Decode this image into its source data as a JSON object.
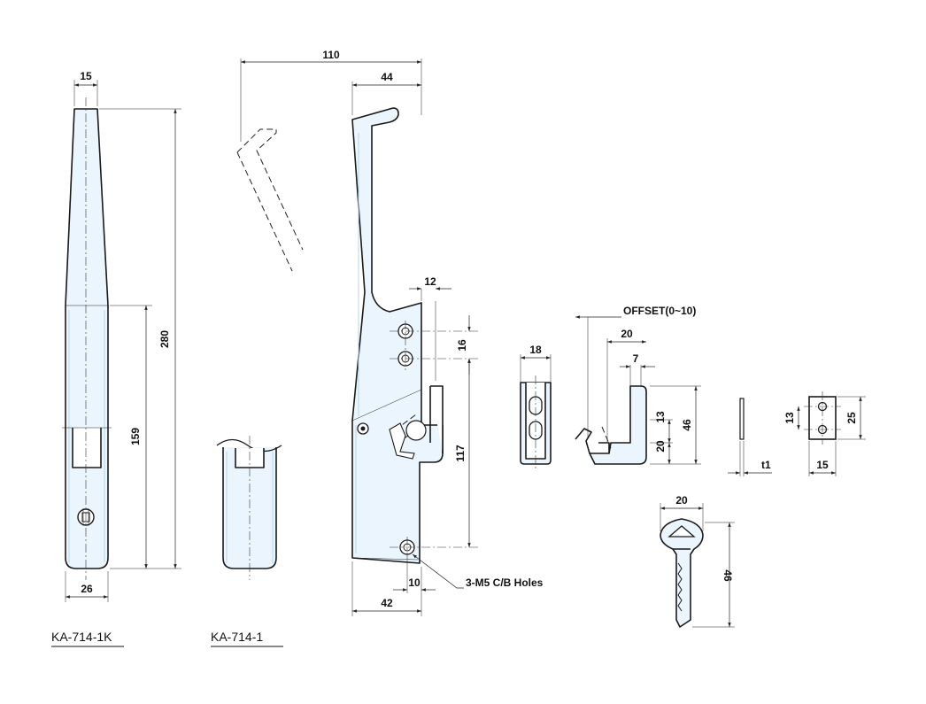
{
  "models": {
    "keyed": "KA-714-1K",
    "plain": "KA-714-1"
  },
  "dimensions": {
    "top_width": "15",
    "base_width": "26",
    "total_length": "280",
    "lower_length": "159",
    "swing_overall": "110",
    "head_width": "44",
    "hole_offset_x": "12",
    "hole_pitch": "16",
    "hole_span": "117",
    "bottom_hole_offset": "10",
    "base_offset": "42",
    "side_width": "18",
    "offset_label": "OFFSET(0~10)",
    "hook_width": "20",
    "hook_lip": "7",
    "hook_height": "46",
    "slot_height": "13",
    "slot_base": "20",
    "plate_thickness": "t1",
    "plate_hole_pitch": "13",
    "plate_height": "25",
    "plate_width": "15",
    "key_width": "20",
    "key_length": "46"
  },
  "notes": {
    "holes": "3-M5  C/B  Holes"
  }
}
